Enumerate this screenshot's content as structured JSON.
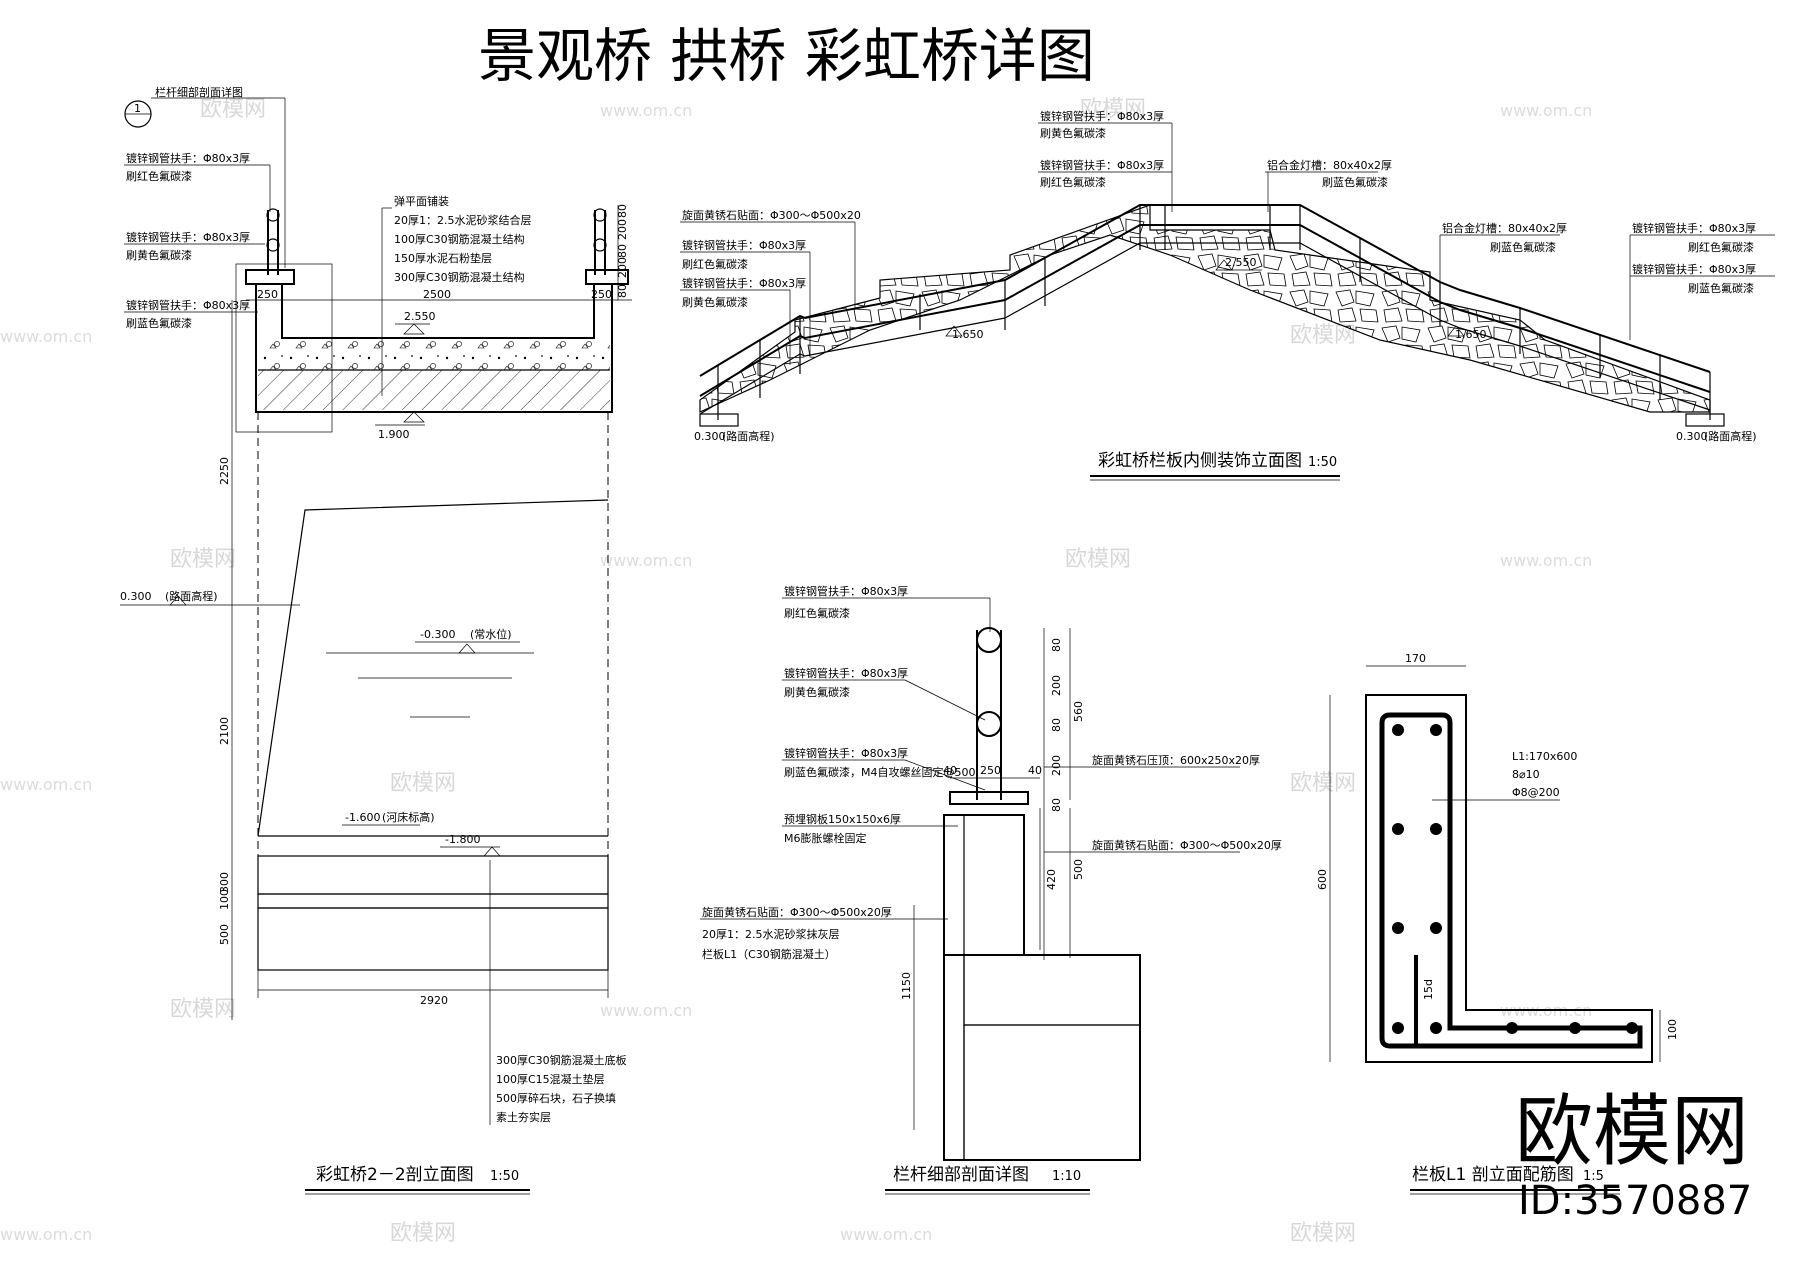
{
  "title": "景观桥 拱桥 彩虹桥详图",
  "watermark": {
    "text": "欧模网",
    "url": "www.om.cn",
    "brand": "欧模网",
    "id": "ID:3570887"
  },
  "section22": {
    "caption": "彩虹桥2－2剖立面图",
    "scale": "1:50",
    "section_marker": "1",
    "section_marker_label": "栏杆细部剖面详图",
    "notes_left": [
      {
        "l1": "镀锌钢管扶手：Φ80x3厚",
        "l2": "刷红色氟碳漆"
      },
      {
        "l1": "镀锌钢管扶手：Φ80x3厚",
        "l2": "刷黄色氟碳漆"
      },
      {
        "l1": "镀锌钢管扶手：Φ80x3厚",
        "l2": "刷蓝色氟碳漆"
      }
    ],
    "deck_layers": [
      "弹平面铺装",
      "20厚1：2.5水泥砂浆结合层",
      "100厚C30钢筋混凝土结构",
      "150厚水泥石粉垫层",
      "300厚C30钢筋混凝土结构"
    ],
    "dims": {
      "w_left": "250",
      "w_mid": "2500",
      "w_right": "250",
      "h_top": "2250",
      "h_mid": "2100",
      "b300": "300",
      "b100": "100",
      "b500": "500",
      "bottom": "2920",
      "r80a": "80",
      "r200": "200",
      "r80b": "80",
      "r200b": "200",
      "r80c": "80"
    },
    "levels": {
      "deck": "2.550",
      "under": "1.900",
      "road": "0.300",
      "road_note": "(路面高程)",
      "water": "-0.300",
      "water_note": "(常水位)",
      "bed": "-1.600",
      "bed_note": "(河床标高)",
      "bottom": "-1.800"
    },
    "foundation_layers": [
      "300厚C30钢筋混凝土底板",
      "100厚C15混凝土垫层",
      "500厚碎石块，石子换填",
      "素土夯实层"
    ]
  },
  "elevation": {
    "caption": "彩虹桥栏板内侧装饰立面图",
    "scale": "1:50",
    "notes_top": [
      {
        "l1": "镀锌钢管扶手：Φ80x3厚",
        "l2": "刷黄色氟碳漆"
      },
      {
        "l1": "镀锌钢管扶手：Φ80x3厚",
        "l2": "刷红色氟碳漆"
      }
    ],
    "lamp_note_center": "铝合金灯槽：80x40x2厚",
    "lamp_note_center_2": "刷蓝色氟碳漆",
    "notes_left": [
      "旋面黄锈石贴面：Φ300～Φ500x20",
      "镀锌钢管扶手：Φ80x3厚",
      "刷红色氟碳漆",
      "镀锌钢管扶手：Φ80x3厚",
      "刷黄色氟碳漆"
    ],
    "lamp_note_right": "铝合金灯槽：80x40x2厚",
    "lamp_note_right_2": "刷蓝色氟碳漆",
    "notes_right": [
      {
        "l1": "镀锌钢管扶手：Φ80x3厚",
        "l2": "刷红色氟碳漆"
      },
      {
        "l1": "镀锌钢管扶手：Φ80x3厚",
        "l2": "刷蓝色氟碳漆"
      }
    ],
    "levels": {
      "top": "2.550",
      "mid_left": "1.650",
      "mid_right": "1.650",
      "low_left": "0.300",
      "low_left_note": "(路面高程)",
      "low_right": "0.300",
      "low_right_note": "(路面高程)"
    }
  },
  "railing": {
    "caption": "栏杆细部剖面详图",
    "scale": "1:10",
    "notes": [
      {
        "l1": "镀锌钢管扶手：Φ80x3厚",
        "l2": "刷红色氟碳漆"
      },
      {
        "l1": "镀锌钢管扶手：Φ80x3厚",
        "l2": "刷黄色氟碳漆"
      },
      {
        "l1": "镀锌钢管扶手：Φ80x3厚",
        "l2": "刷蓝色氟碳漆，M4自攻螺丝固定@500"
      }
    ],
    "plate_note": "预埋钢板150x150x6厚",
    "bolt_note": "M6膨胀螺栓固定",
    "cap_note": "旋面黄锈石压顶：600x250x20厚",
    "side_note": "旋面黄锈石贴面：Φ300～Φ500x20厚",
    "wall_notes": [
      "旋面黄锈石贴面：Φ300～Φ500x20厚",
      "20厚1：2.5水泥砂浆抹灰层",
      "栏板L1（C30钢筋混凝土）"
    ],
    "dims": {
      "d40a": "40",
      "d250": "250",
      "d40b": "40",
      "v80a": "80",
      "v200a": "200",
      "v80b": "80",
      "v200b": "200",
      "v80c": "80",
      "v560": "560",
      "v420": "420",
      "v500": "500",
      "v1150": "1150"
    }
  },
  "rebar": {
    "caption": "栏板L1 剖立面配筋图",
    "scale": "1:5",
    "spec": [
      "L1:170x600",
      "8⌀10",
      "Φ8@200"
    ],
    "dims": {
      "w": "170",
      "h": "600",
      "anchor": "15d",
      "toe": "100"
    }
  }
}
